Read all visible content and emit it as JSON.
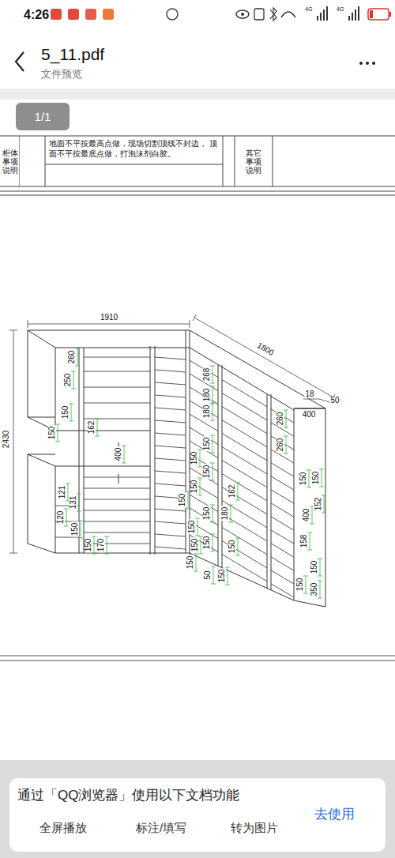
{
  "diagram": {
    "nodes": [
      {
        "text": [
          "1/1"
        ]
      },
      {
        "text": [
          "柜体 事项 说明"
        ]
      },
      {
        "text": [
          "地面不平按最高点做，现场切割顶线不封边， 顶面不平按最底点做，打泡沫剂白胶。"
        ]
      },
      {
        "text": [
          "其它 事项 说明"
        ]
      },
      {
        "text": [
          "通过「QQ浏览器」使用以下文档功能",
          "去使用",
          "全屏播放",
          "标注/填写",
          "转为图片"
        ]
      }
    ],
    "labels": [
      "4:26",
      "4G",
      "4G",
      "5_11.pdf",
      "文件预览",
      "1910",
      "1800",
      "2430",
      "18",
      "50",
      "400",
      "260",
      "250",
      "150",
      "150",
      "162",
      "400",
      "121",
      "131",
      "120",
      "150",
      "150",
      "170",
      "268",
      "180",
      "180",
      "150",
      "150",
      "150",
      "150",
      "150",
      "150",
      "150",
      "150",
      "150",
      "150",
      "50",
      "150",
      "150",
      "180",
      "162",
      "260",
      "260",
      "150",
      "150",
      "152",
      "400",
      "158",
      "150",
      "150",
      "350"
    ]
  }
}
